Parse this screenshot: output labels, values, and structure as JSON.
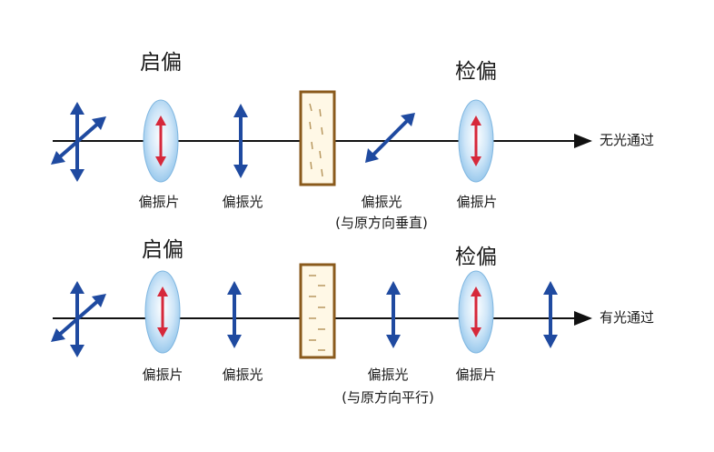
{
  "rows": [
    {
      "polarizer_title": "启偏",
      "analyzer_title": "检偏",
      "polarizer_label": "偏振片",
      "polarized_light_label": "偏振光",
      "after_sample_label": "偏振光",
      "after_sample_note": "(与原方向垂直)",
      "analyzer_label": "偏振片",
      "result": "无光通过"
    },
    {
      "polarizer_title": "启偏",
      "analyzer_title": "检偏",
      "polarizer_label": "偏振片",
      "polarized_light_label": "偏振光",
      "after_sample_label": "偏振光",
      "after_sample_note": "(与原方向平行)",
      "analyzer_label": "偏振片",
      "result": "有光通过"
    }
  ],
  "colors": {
    "arrow_blue": "#1f4aa0",
    "arrow_red": "#d6283a",
    "lens_fill": "#a9d3f0",
    "sample_border": "#8a5a1c",
    "sample_fill": "#fff8e6"
  }
}
